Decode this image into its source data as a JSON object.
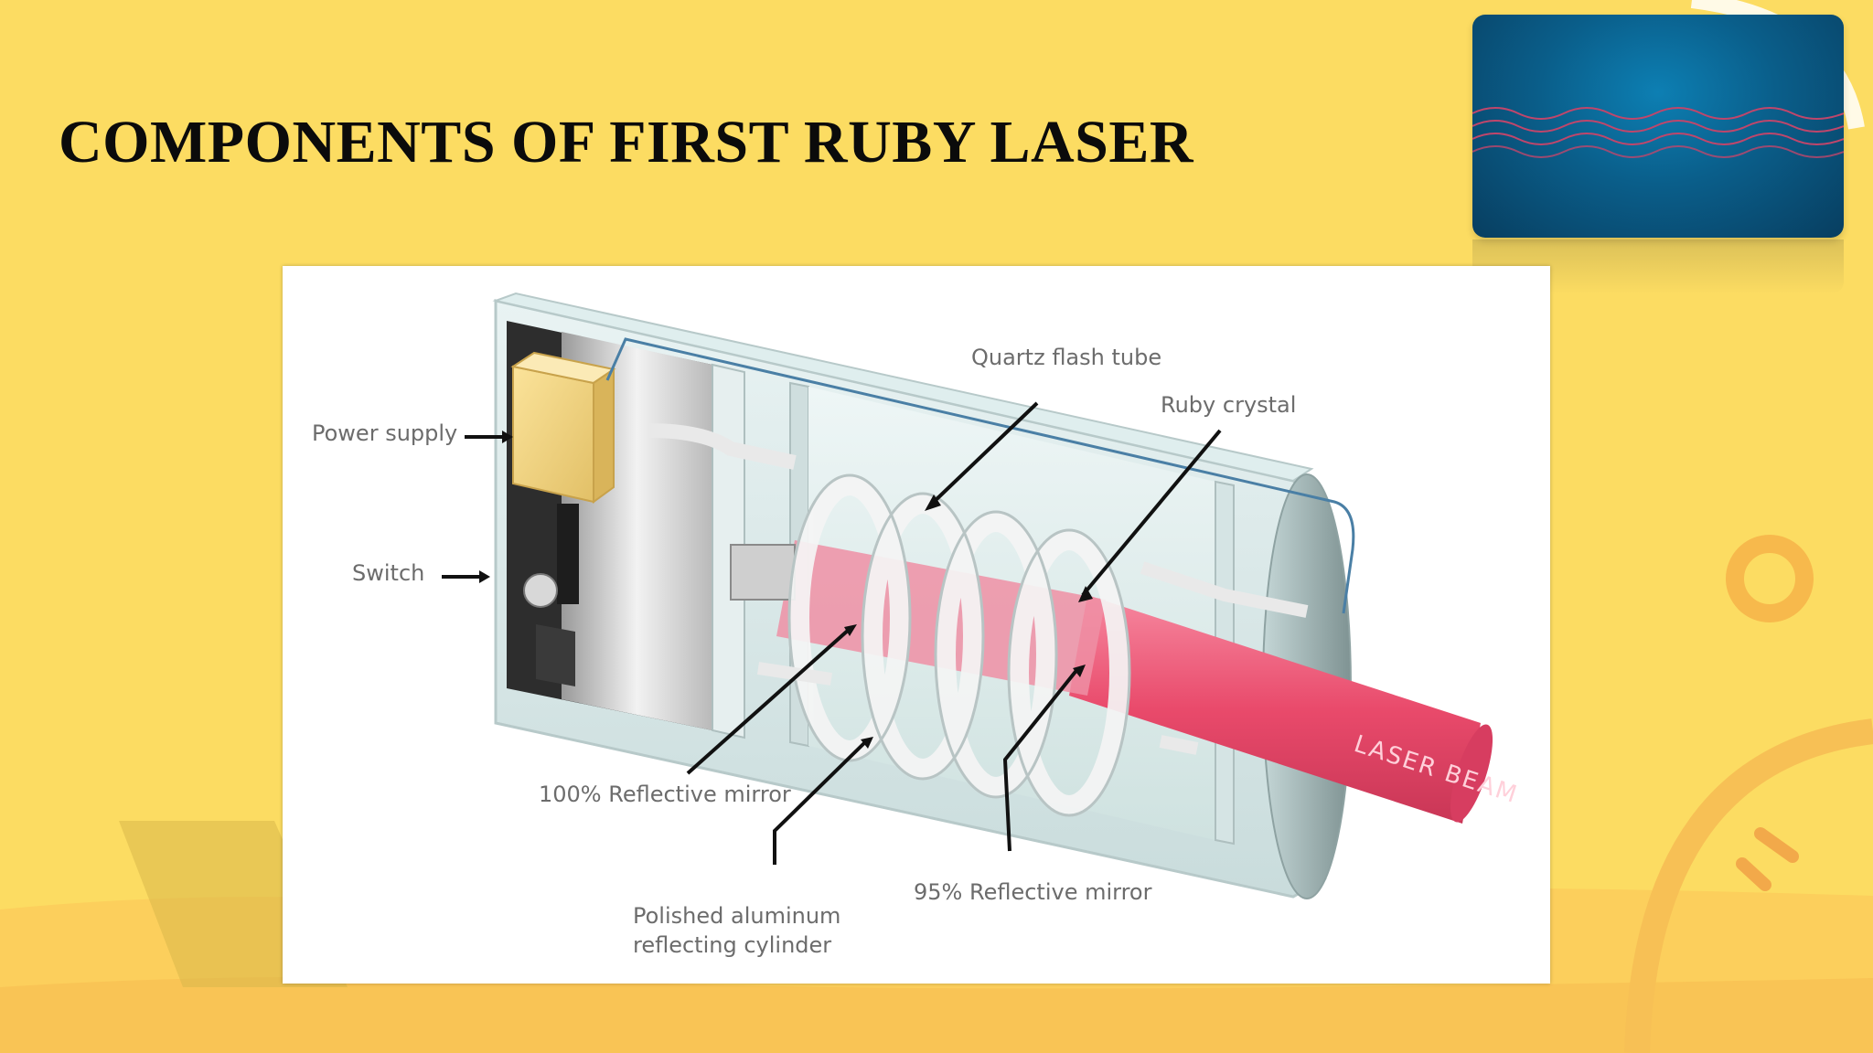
{
  "slide": {
    "title": "COMPONENTS OF FIRST RUBY LASER"
  },
  "diagram": {
    "labels": {
      "power_supply": "Power supply",
      "switch": "Switch",
      "quartz_flash_tube": "Quartz flash tube",
      "ruby_crystal": "Ruby crystal",
      "reflective_mirror_100": "100% Reflective mirror",
      "polished_cylinder_line1": "Polished aluminum",
      "polished_cylinder_line2": "reflecting cylinder",
      "reflective_mirror_95": "95% Reflective mirror",
      "laser_beam": "LASER BEAM"
    }
  },
  "colors": {
    "background": "#fcdc62",
    "title": "#0b0b0b",
    "beam": "#e94a6b",
    "label": "#6c6c6c"
  }
}
